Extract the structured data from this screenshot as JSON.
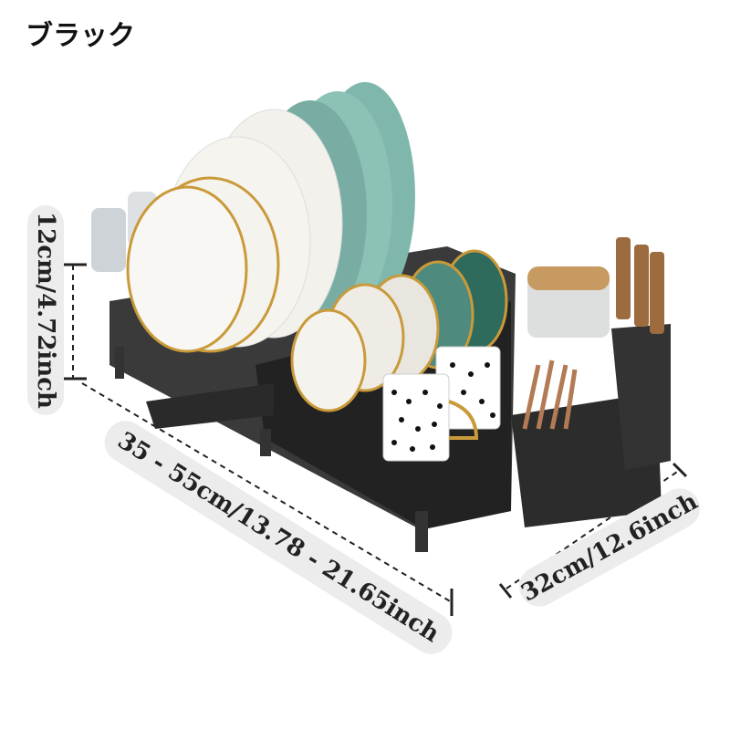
{
  "title": "ブラック",
  "dimensions": {
    "height": "12cm/4.72inch",
    "width": "35 - 55cm/13.78 - 21.65inch",
    "depth": "32cm/12.6inch"
  },
  "colors": {
    "rack": "#2a2a2a",
    "plate_white": "#f3f1ec",
    "plate_green": "#7fb7ad",
    "gold": "#c99a3a",
    "pill": "#ececec"
  }
}
